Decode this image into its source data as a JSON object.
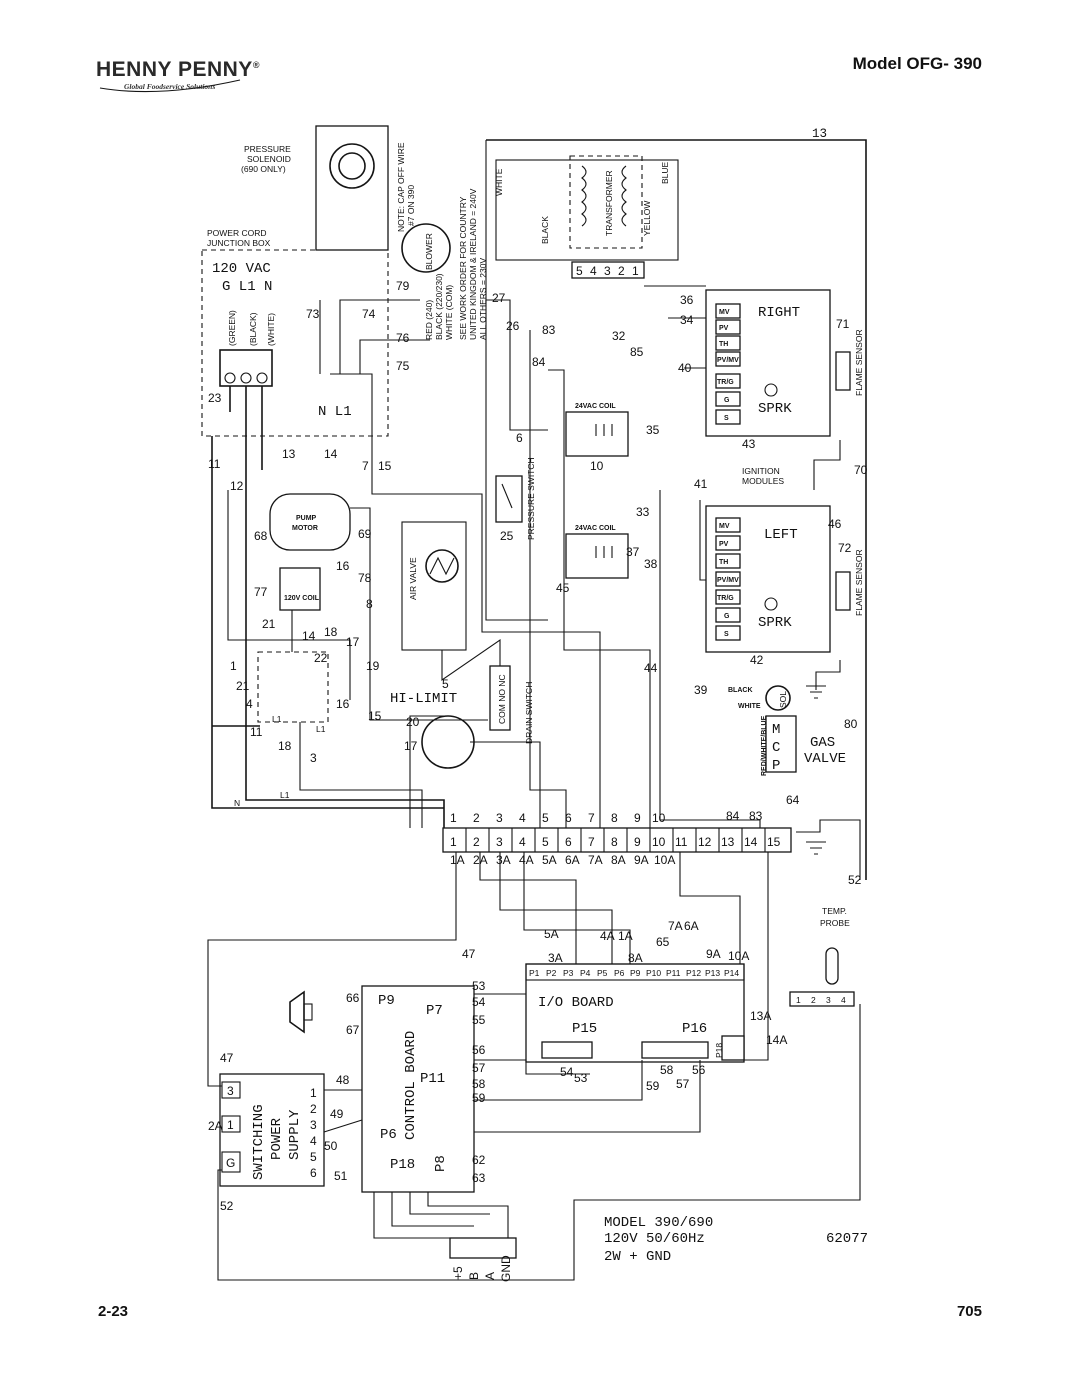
{
  "header": {
    "brand": "HENNY PENNY",
    "registered": "®",
    "tagline": "Global Foodservice Solutions",
    "model": "Model OFG- 390"
  },
  "footer": {
    "page": "2-23",
    "code": "705"
  },
  "diagram": {
    "wire_13": "13",
    "pressure_solenoid": [
      "PRESSURE",
      "SOLENOID",
      "(690 ONLY)"
    ],
    "note_cap": "NOTE: CAP OFF WIRE",
    "note_cap2": "#7 ON 390",
    "power_cord": [
      "POWER CORD",
      "JUNCTION BOX"
    ],
    "vac": "120 VAC",
    "gl1n": "G L1 N",
    "cord_colors": [
      "(GREEN)",
      "(BLACK)",
      "(WHITE)"
    ],
    "nl1": "N  L1",
    "blower": "BLOWER",
    "blower_colors": [
      "RED (240)",
      "BLACK (220/230)",
      "WHITE (COM)"
    ],
    "country_note": [
      "SEE WORK ORDER FOR COUNTRY",
      "UNITED KINGDOM & IRELAND = 240V",
      "ALL OTHERS = 230V"
    ],
    "transformer": "TRANSFORMER",
    "t_white": "WHITE",
    "t_blue": "BLUE",
    "t_black": "BLACK",
    "t_yellow": "YELLOW",
    "t_pins": [
      "5",
      "4",
      "3",
      "2",
      "1"
    ],
    "right_module": "RIGHT",
    "left_module": "LEFT",
    "module_pins": [
      "MV",
      "PV",
      "TH",
      "PV/MV",
      "TR/G",
      "G",
      "S"
    ],
    "sprk": "SPRK",
    "ignition": [
      "IGNITION",
      "MODULES"
    ],
    "flame_sensor": "FLAME SENSOR",
    "coil_24": "24VAC COIL",
    "pressure_switch": "PRESSURE SWITCH",
    "air_valve": "AIR VALVE",
    "pump_motor": [
      "PUMP",
      "MOTOR"
    ],
    "coil_120": "120V COIL",
    "hi_limit": "HI-LIMIT",
    "drain_switch": "DRAIN SWITCH",
    "drain_contacts": "COM NO NC",
    "gas_valve": [
      "GAS",
      "VALVE"
    ],
    "gas_pins": [
      "M",
      "C",
      "P"
    ],
    "sol": "SOL",
    "sol_black": "BLACK",
    "sol_white": "WHITE",
    "red_white_blue": "RED/WHITE/BLUE",
    "terminal_top": [
      "1",
      "2",
      "3",
      "4",
      "5",
      "6",
      "7",
      "8",
      "9",
      "10",
      "84",
      "83"
    ],
    "terminal": [
      "1",
      "2",
      "3",
      "4",
      "5",
      "6",
      "7",
      "8",
      "9",
      "10",
      "11",
      "12",
      "13",
      "14",
      "15"
    ],
    "terminal_bottom": [
      "1A",
      "2A",
      "3A",
      "4A",
      "5A",
      "6A",
      "7A",
      "8A",
      "9A",
      "10A"
    ],
    "io_board": "I/O BOARD",
    "io_pins": [
      "P1",
      "P2",
      "P3",
      "P4",
      "P5",
      "P6",
      "P9",
      "P10",
      "P11",
      "P12",
      "P13",
      "P14"
    ],
    "p15": "P15",
    "p16": "P16",
    "p18_io": "P18",
    "temp_probe": [
      "TEMP.",
      "PROBE"
    ],
    "probe_pins": [
      "1",
      "2",
      "3",
      "4"
    ],
    "control_board": "CONTROL BOARD",
    "p9": "P9",
    "p7": "P7",
    "p11": "P11",
    "p6": "P6",
    "p18": "P18",
    "p8": "P8",
    "switching": [
      "SWITCHING",
      "POWER",
      "SUPPLY"
    ],
    "ps_pins_left": [
      "3",
      "1",
      "G"
    ],
    "ps_pins_right": [
      "1",
      "2",
      "3",
      "4",
      "5",
      "6"
    ],
    "bottom_conn": [
      "+5",
      "B",
      "A",
      "GND"
    ],
    "model_block": [
      "MODEL 390/690",
      "120V 50/60Hz",
      "2W + GND"
    ],
    "drawing_no": "62077",
    "wire_nums": [
      "73",
      "74",
      "79",
      "76",
      "75",
      "27",
      "26",
      "83",
      "84",
      "32",
      "85",
      "36",
      "34",
      "40",
      "35",
      "6",
      "10",
      "33",
      "37",
      "38",
      "45",
      "44",
      "39",
      "80",
      "64",
      "71",
      "70",
      "43",
      "41",
      "46",
      "72",
      "42",
      "11",
      "12",
      "13",
      "14",
      "7",
      "15",
      "68",
      "69",
      "16",
      "78",
      "77",
      "8",
      "21",
      "18",
      "14",
      "17",
      "22",
      "1",
      "21",
      "19",
      "16",
      "4",
      "11",
      "18",
      "3",
      "15",
      "20",
      "17",
      "25",
      "5",
      "2A",
      "47",
      "48",
      "49",
      "50",
      "51",
      "52",
      "53",
      "54",
      "55",
      "56",
      "57",
      "58",
      "59",
      "47",
      "66",
      "67",
      "62",
      "63",
      "13A",
      "14A",
      "52",
      "65",
      "3A",
      "8A",
      "7A",
      "6A",
      "5A",
      "4A",
      "1A",
      "9A",
      "10A",
      "54",
      "53",
      "58",
      "56",
      "59",
      "57",
      "23",
      "N",
      "L1",
      "L1",
      "L1"
    ]
  }
}
